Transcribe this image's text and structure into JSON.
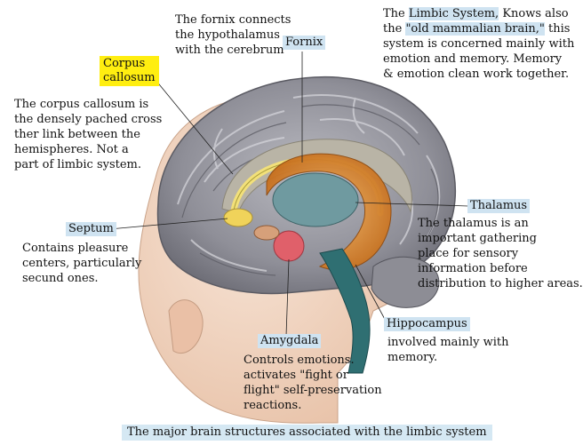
{
  "labels": {
    "corpus_callosum": "Corpus\ncallosum",
    "fornix": "Fornix",
    "septum": "Septum",
    "thalamus": "Thalamus",
    "hippocampus": "Hippocampus",
    "amygdala": "Amygdala"
  },
  "notes": {
    "fornix": "The fornix connects\nthe hypothalamus\nwith the cerebrum",
    "limbic_pre1": "The ",
    "limbic_term1": "Limbic System,",
    "limbic_mid1": " Knows also",
    "limbic_pre2": "the ",
    "limbic_term2": "\"old mammalian brain,\"",
    "limbic_post2": " this",
    "limbic_rest": "system is concerned mainly with\nemotion and memory. Memory\n& emotion clean work together.",
    "corpus_callosum": "The corpus callosum is\nthe densely pached cross\nther link between the\nhemispheres. Not a\npart of limbic system.",
    "septum": "Contains pleasure\ncenters, particularly\nsecund ones.",
    "thalamus": "The thalamus is an\n important gathering\n place for sensory\n information before\n distribution to higher areas.",
    "hippocampus": "involved mainly with\nmemory.",
    "amygdala": "Controls emotions.\nactivates \"fight or\nflight\" self-preservation\nreactions."
  },
  "caption": "The major brain structures associated with the limbic system",
  "colors": {
    "label_bg": "#cfe3f1",
    "highlight_yellow": "#ffee10",
    "brain_gray": "#9a9aa2",
    "limbic_orange": "#e08a2a",
    "amygdala_pink": "#e0606a",
    "skin": "#f2d7c4"
  }
}
